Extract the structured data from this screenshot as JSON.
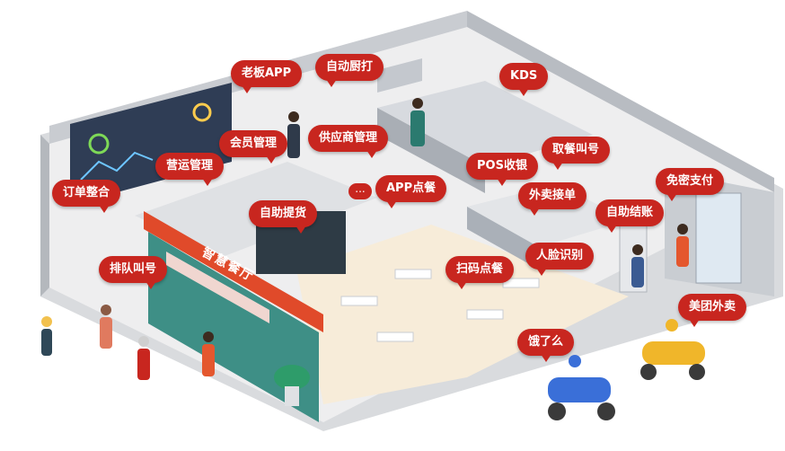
{
  "store_sign": "智慧餐厅",
  "labels": {
    "boss_app": "老板APP",
    "auto_kitchen": "自动厨打",
    "kds": "KDS",
    "member_mgmt": "会员管理",
    "supplier_mgmt": "供应商管理",
    "ops_mgmt": "营运管理",
    "order_merge": "订单整合",
    "self_pickup": "自助提货",
    "app_order": "APP点餐",
    "pos_checkout": "POS收银",
    "pickup_call": "取餐叫号",
    "takeout_accept": "外卖接单",
    "self_checkout": "自助结账",
    "password_free_pay": "免密支付",
    "face_recognition": "人脸识别",
    "queue_call": "排队叫号",
    "scan_order": "扫码点餐",
    "meituan_takeout": "美团外卖",
    "eleme": "饿了么",
    "ellipsis": "..."
  },
  "colors": {
    "bubble": "#c8261f",
    "floor": "#e9e9ea",
    "wall": "#cfd2d6",
    "wall_dark": "#b4b8bd",
    "dining_floor": "#f7ecd9",
    "store_front": "#e04a2a",
    "glass": "#3e8f86",
    "scooter": "#3a6fd8",
    "scooter_yellow": "#f0b62a"
  }
}
